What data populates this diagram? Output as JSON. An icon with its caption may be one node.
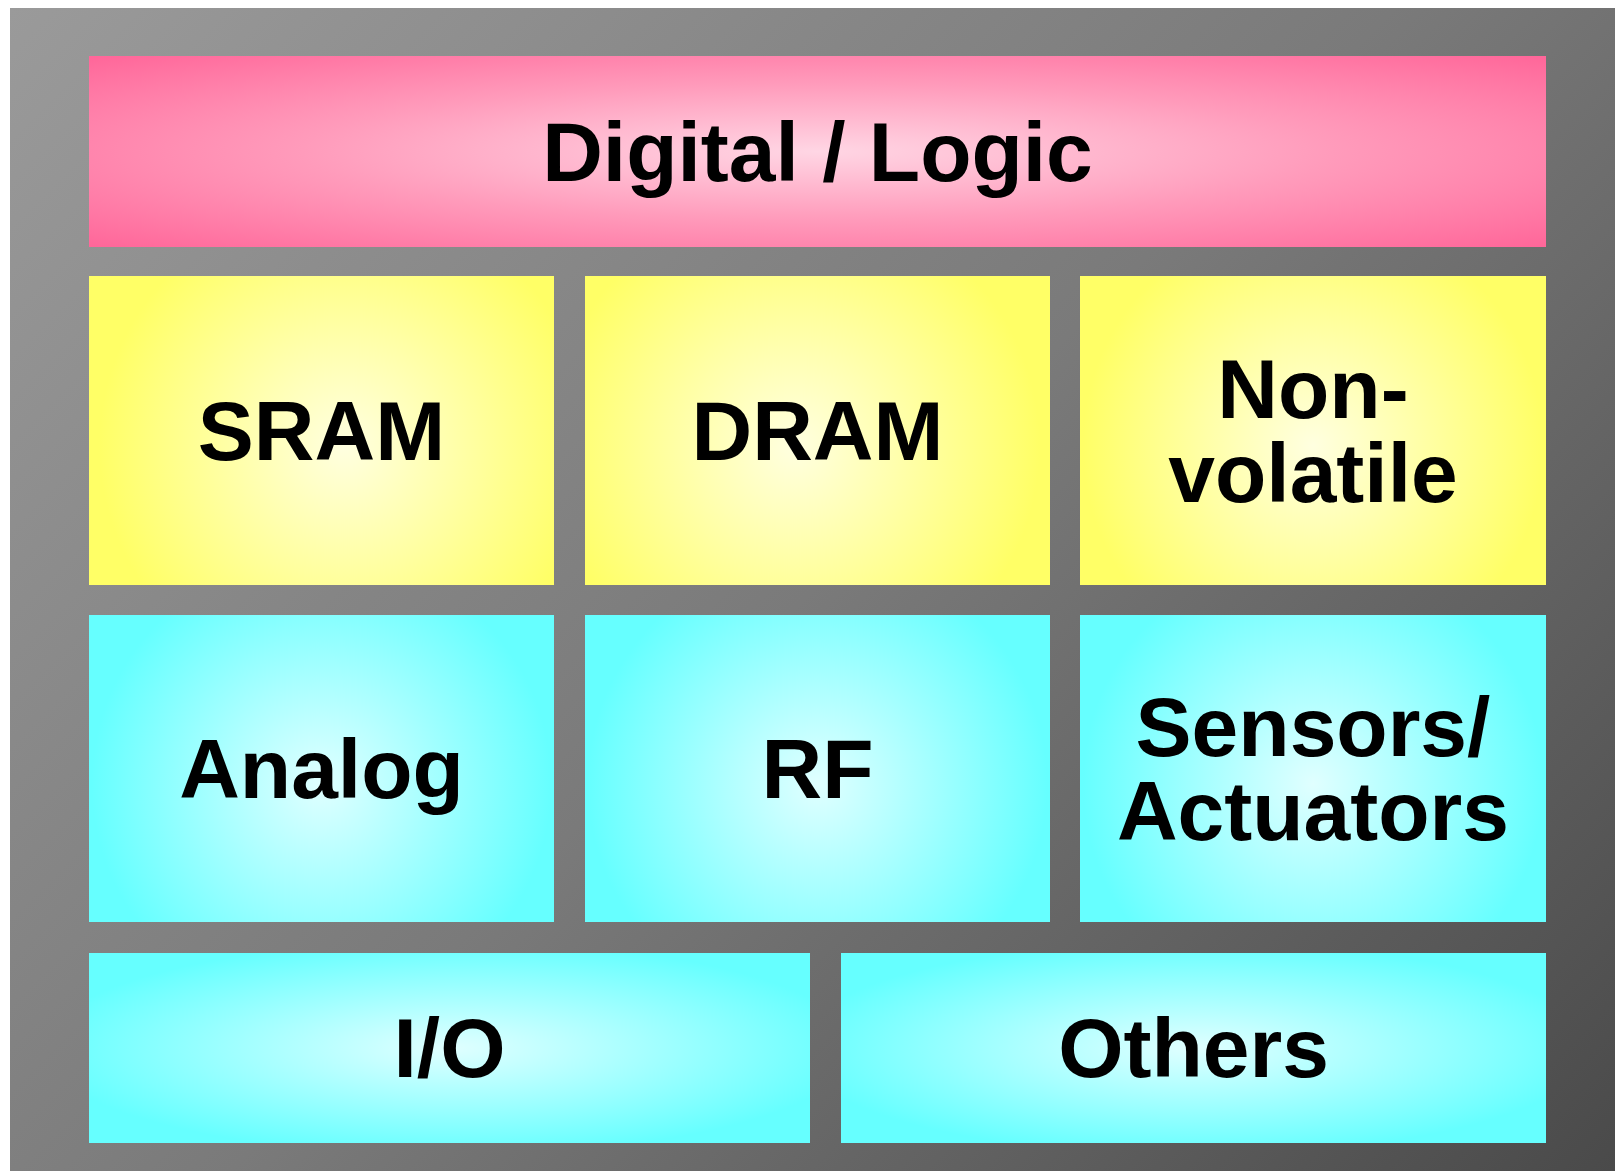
{
  "diagram": {
    "nodes": [
      {
        "text": [],
        "shape": "box"
      },
      {
        "text": [
          "Digital / Logic"
        ],
        "in": 0
      },
      {
        "text": [
          "SRAM"
        ],
        "in": 0
      },
      {
        "text": [
          "DRAM"
        ],
        "in": 0
      },
      {
        "text": [
          "Non- volatile"
        ],
        "in": 0
      },
      {
        "text": [
          "Analog"
        ],
        "in": 0
      },
      {
        "text": [
          "RF"
        ],
        "in": 0
      },
      {
        "text": [
          "Sensors/ Actuators"
        ],
        "in": 0
      },
      {
        "text": [
          "I/O"
        ],
        "in": 0
      },
      {
        "text": [
          "Others"
        ],
        "in": 0
      }
    ]
  }
}
